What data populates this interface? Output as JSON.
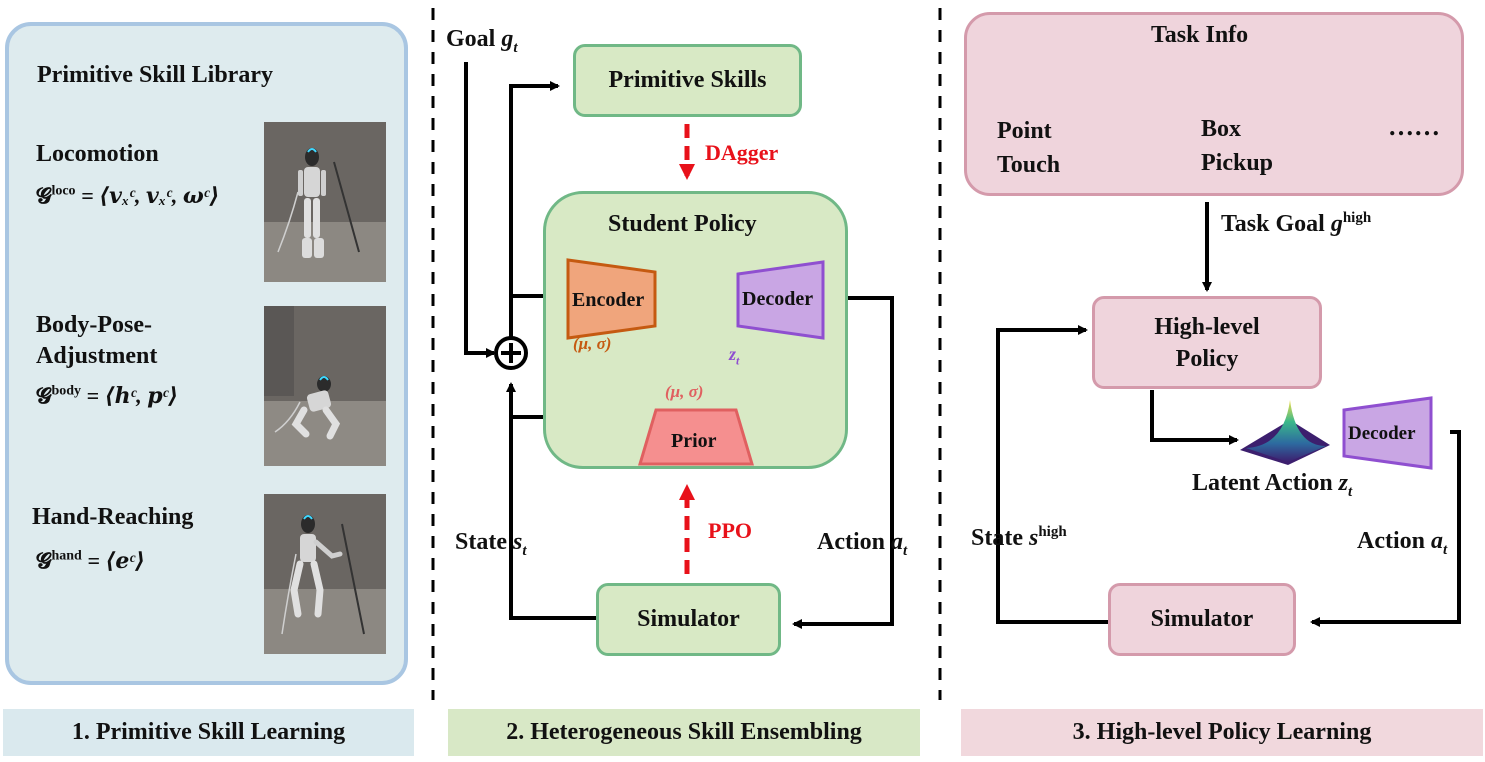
{
  "panel1": {
    "title": "Primitive Skill Library",
    "skills": [
      {
        "name": "Locomotion",
        "goal_symbol": "𝓖",
        "goal_superscript": "loco",
        "goal_rhs": "= ⟨v",
        "goal_parts": [
          "c",
          "x",
          "c",
          "x",
          "c"
        ],
        "goal_formula": "= ⟨𝒗ₓᶜ, 𝒗ₓᶜ, 𝝎ᶜ⟩"
      },
      {
        "name_line1": "Body-Pose-",
        "name_line2": "Adjustment",
        "goal_symbol": "𝓖",
        "goal_superscript": "body",
        "goal_formula": "= ⟨𝒉ᶜ, 𝒑ᶜ⟩"
      },
      {
        "name": "Hand-Reaching",
        "goal_symbol": "𝓖",
        "goal_superscript": "hand",
        "goal_formula": "= ⟨𝒆ᶜ⟩"
      }
    ],
    "caption": "1. Primitive Skill Learning"
  },
  "panel2": {
    "goal_label": "Goal ",
    "goal_var": "g",
    "goal_sub": "t",
    "primitive_skills": "Primitive Skills",
    "dagger": "DAgger",
    "student_policy": "Student Policy",
    "encoder": "Encoder",
    "decoder": "Decoder",
    "prior": "Prior",
    "enc_stats": "(μ, σ)",
    "prior_stats": "(μ, σ)",
    "z": "z",
    "state_label": "State ",
    "state_var": "s",
    "action_label": "Action ",
    "action_var": "a",
    "ppo": "PPO",
    "simulator": "Simulator",
    "caption": "2. Heterogeneous Skill Ensembling"
  },
  "panel3": {
    "task_info": "Task Info",
    "point_touch_line1": "Point",
    "point_touch_line2": "Touch",
    "box_pickup_line1": "Box",
    "box_pickup_line2": "Pickup",
    "ellipsis": "……",
    "task_goal_label": "Task Goal ",
    "task_goal_var": "g",
    "task_goal_sup": "high",
    "high_level_line1": "High-level",
    "high_level_line2": "Policy",
    "decoder": "Decoder",
    "latent_action": "Latent Action ",
    "latent_var": "z",
    "state_label": "State ",
    "state_var": "s",
    "state_sup": "high",
    "action_label": "Action ",
    "action_var": "a",
    "simulator": "Simulator",
    "caption": "3. High-level Policy Learning"
  },
  "colors": {
    "panel1_bg": "#deebee",
    "panel1_border": "#a9c6e2",
    "green_bg": "#d8e9c5",
    "green_border": "#70b886",
    "pink_bg": "#efd4dc",
    "pink_border": "#d49aab",
    "encoder": "#f0a57c",
    "decoder": "#c9a6e4",
    "prior": "#f58f8f",
    "red_arrow": "#e8111a",
    "enc_text": "#c55a11",
    "prior_text": "#e06060",
    "z_text": "#8f4fd0",
    "caption1_bg": "#dae9ee",
    "caption2_bg": "#d8e8c6",
    "caption3_bg": "#f1d8dd"
  }
}
